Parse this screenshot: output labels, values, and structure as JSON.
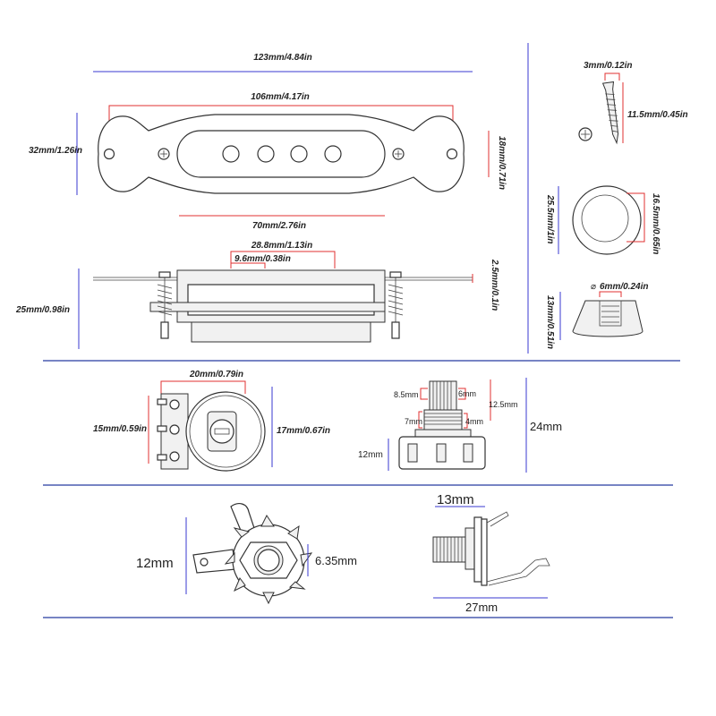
{
  "colors": {
    "dimension_blue": "#3a3ad0",
    "dimension_red": "#e03030",
    "separator": "#4a5bb0",
    "outline": "#333333"
  },
  "pickup": {
    "total_length": "123mm/4.84in",
    "mount_span": "106mm/4.17in",
    "height": "32mm/1.26in",
    "cover_height": "18mm/0.71in",
    "cover_length": "70mm/2.76in",
    "pole_span": "28.8mm/1.13in",
    "pole_pitch": "9.6mm/0.38in",
    "plate_thickness": "2.5mm/0.1in",
    "side_height": "25mm/0.98in"
  },
  "screw": {
    "head_width": "3mm/0.12in",
    "length": "11.5mm/0.45in"
  },
  "knob": {
    "outer_diameter": "25.5mm/1in",
    "inner_diameter": "16.5mm/0.65in",
    "shaft_hole": "6mm/0.24in",
    "height": "13mm/0.51in"
  },
  "pot_top": {
    "width": "20mm/0.79in",
    "lug_span": "15mm/0.59in",
    "body_diameter": "17mm/0.67in"
  },
  "pot_side": {
    "shaft_diameter": "8.5mm",
    "shaft_spline": "6mm",
    "shaft_length": "12.5mm",
    "thread_diameter": "7mm",
    "thread_length": "4mm",
    "total_height": "24mm",
    "body_height": "12mm"
  },
  "jack_front": {
    "height": "12mm",
    "hole_diameter": "6.35mm"
  },
  "jack_side": {
    "thread_length": "13mm",
    "total_length": "27mm"
  }
}
